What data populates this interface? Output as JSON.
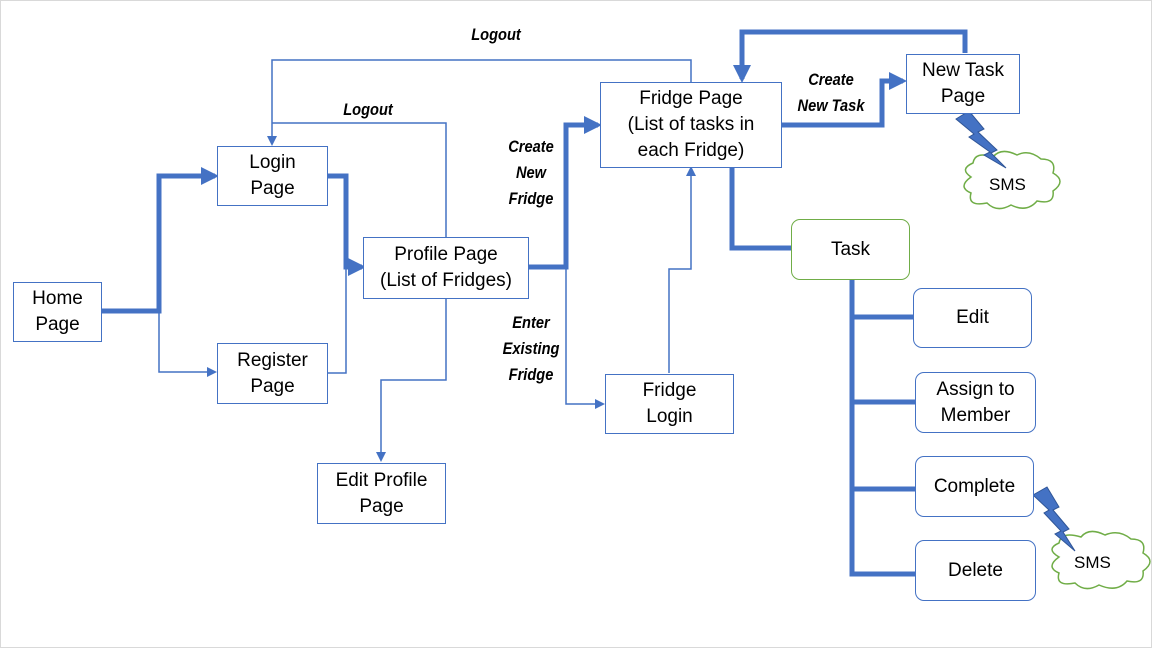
{
  "nodes": {
    "home": [
      "Home",
      "Page"
    ],
    "login": [
      "Login",
      "Page"
    ],
    "register": [
      "Register",
      "Page"
    ],
    "profile": [
      "Profile Page",
      "(List of Fridges)"
    ],
    "edit_profile": [
      "Edit Profile",
      "Page"
    ],
    "fridge": [
      "Fridge Page",
      "(List of tasks in",
      "each Fridge)"
    ],
    "fridge_login": [
      "Fridge",
      "Login"
    ],
    "new_task": [
      "New Task",
      "Page"
    ],
    "task": [
      "Task"
    ],
    "edit": [
      "Edit"
    ],
    "assign": [
      "Assign to",
      "Member"
    ],
    "complete": [
      "Complete"
    ],
    "delete": [
      "Delete"
    ]
  },
  "edge_labels": {
    "logout_top": [
      "Logout"
    ],
    "logout_mid": [
      "Logout"
    ],
    "create_fridge": [
      "Create",
      "New",
      "Fridge"
    ],
    "enter_fridge": [
      "Enter",
      "Existing",
      "Fridge"
    ],
    "create_task": [
      "Create",
      "New Task"
    ]
  },
  "sms": {
    "sms_1": "SMS",
    "sms_2": "SMS"
  },
  "colors": {
    "line": "#4472c4",
    "box_border": "#4472c4",
    "task_border": "#70ad47",
    "cloud_border": "#70ad47",
    "lightning_fill": "#4472c4"
  },
  "icons": [
    "lightning-bolt-icon",
    "cloud-icon"
  ]
}
